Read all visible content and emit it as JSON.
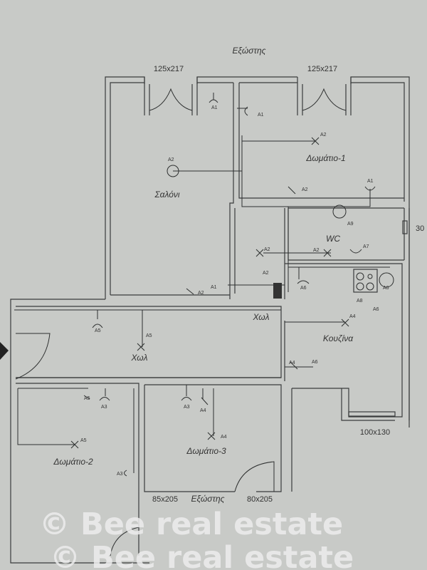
{
  "plan": {
    "balcony_top": "Εξώστης",
    "balcony_bottom": "Εξώστης",
    "door_dim_left": "125x217",
    "door_dim_right": "125x217",
    "window_dim_kitchen": "100x130",
    "door_dim_room3": "80x205",
    "door_dim_room2": "85x205",
    "side_dim": "30"
  },
  "rooms": {
    "room1": "Δωμάτιο-1",
    "living": "Σαλόνι",
    "wc": "WC",
    "hall_small": "Χωλ",
    "kitchen": "Κουζίνα",
    "hall": "Χωλ",
    "room2": "Δωμάτιο-2",
    "room3": "Δωμάτιο-3"
  },
  "symbols": [
    "A1",
    "A1",
    "A2",
    "A2",
    "A2",
    "A1",
    "A9",
    "A2",
    "A2",
    "A7",
    "A2",
    "A6",
    "A8",
    "A6",
    "A6",
    "A1",
    "A2",
    "A4",
    "A5",
    "A5",
    "A4",
    "A6",
    "A5",
    "A3",
    "A3",
    "A4",
    "A4",
    "A5",
    "A3"
  ],
  "watermark": [
    "© Bee real estate",
    "© Bee real estate"
  ]
}
